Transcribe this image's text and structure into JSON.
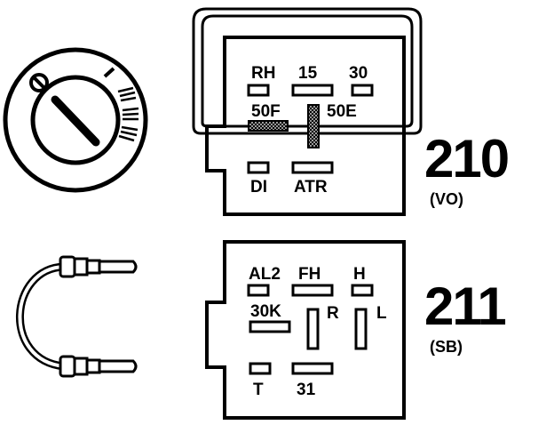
{
  "relay_210": {
    "number": "210",
    "code": "(VO)",
    "pins": {
      "rh": "RH",
      "p15": "15",
      "p30": "30",
      "p50f": "50F",
      "p50e": "50E",
      "di": "DI",
      "atr": "ATR"
    }
  },
  "relay_211": {
    "number": "211",
    "code": "(SB)",
    "pins": {
      "al2": "AL2",
      "fh": "FH",
      "h": "H",
      "p30k": "30K",
      "r": "R",
      "l": "L",
      "t": "T",
      "p31": "31"
    }
  },
  "colors": {
    "ink": "#000000",
    "paper": "#ffffff"
  }
}
